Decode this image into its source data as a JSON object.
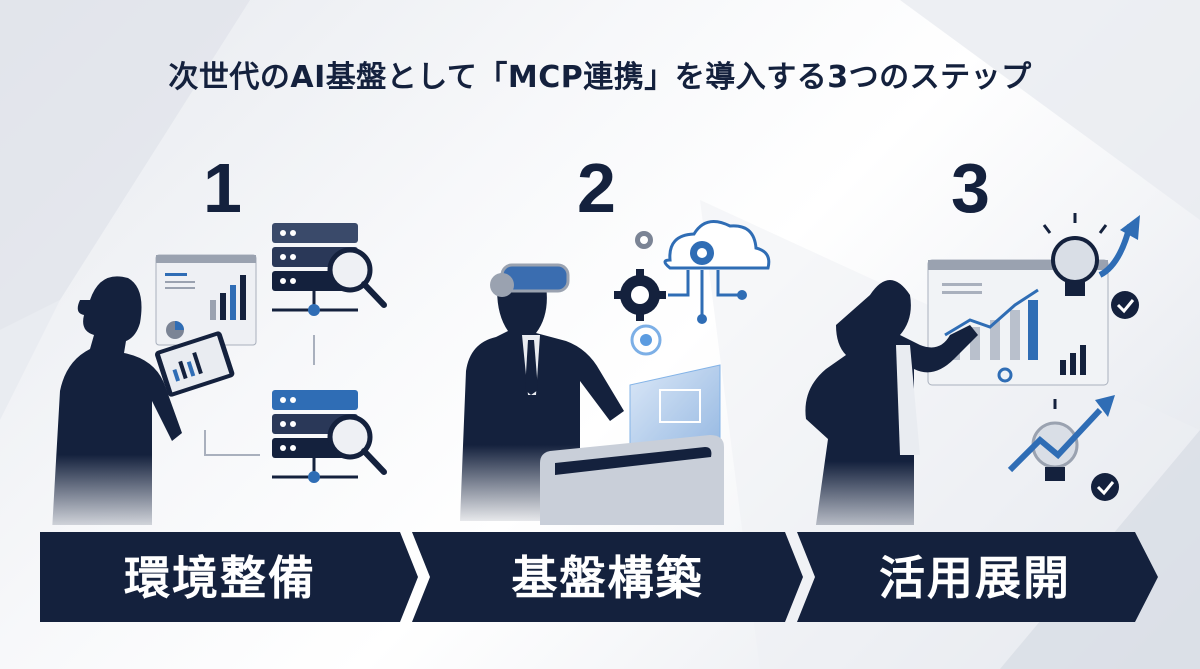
{
  "title": "次世代のAI基盤として「MCP連携」を導入する3つのステップ",
  "colors": {
    "navy": "#14213d",
    "accent_blue": "#2f6db5",
    "gray": "#8a93a3",
    "background": "#f4f5f8"
  },
  "steps": [
    {
      "number": "1",
      "label": "環境整備",
      "illustration": "woman-with-tablet-servers-search-icon"
    },
    {
      "number": "2",
      "label": "基盤構築",
      "illustration": "man-with-vr-headset-cloud-gears-icon"
    },
    {
      "number": "3",
      "label": "活用展開",
      "illustration": "woman-presenting-chart-lightbulb-icon"
    }
  ]
}
